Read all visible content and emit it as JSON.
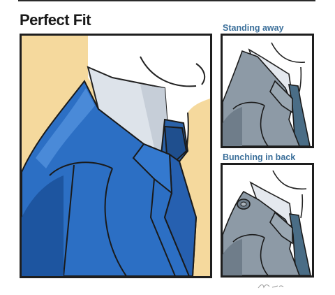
{
  "header": {
    "title": "Perfect Fit"
  },
  "panels": {
    "standing_away": {
      "label": "Standing away"
    },
    "bunching_in_back": {
      "label": "Bunching in back"
    }
  },
  "colors": {
    "background_tan": "#f5d99d",
    "jacket_blue": "#2c6fc4",
    "jacket_blue_dark": "#1d55a0",
    "jacket_grey": "#8d9aa6",
    "jacket_grey_dark": "#6f7d8a",
    "tie_blue": "#2b62a8",
    "tie_grey": "#4a6d86",
    "collar_white": "#dde3ea",
    "frame_black": "#1e1e1e",
    "label_blue": "#3b6f9a"
  }
}
